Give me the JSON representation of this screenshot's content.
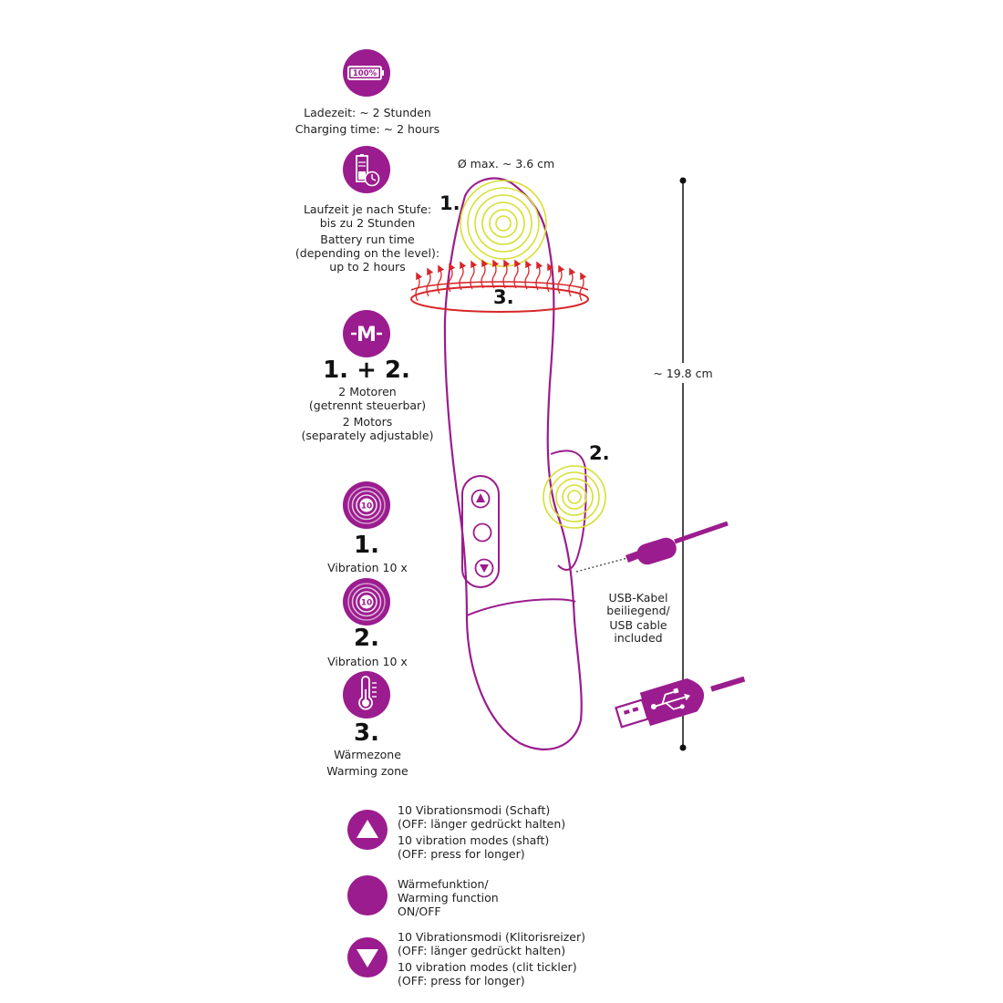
{
  "battery_icon_text": "100%",
  "charging": {
    "de": "Ladezeit: ~ 2 Stunden",
    "en": "Charging time: ~ 2 hours"
  },
  "runtime": {
    "de1": "Laufzeit je nach Stufe:",
    "de2": "bis zu 2 Stunden",
    "en1": "Battery run time",
    "en2": "(depending on the level):",
    "en3": "up to 2 hours"
  },
  "motors": {
    "icon_text": "M",
    "title": "1. + 2.",
    "de1": "2 Motoren",
    "de2": "(getrennt steuerbar)",
    "en1": "2 Motors",
    "en2": "(separately adjustable)"
  },
  "vibration1": {
    "icon_text": "10",
    "number": "1.",
    "label": "Vibration 10 x"
  },
  "vibration2": {
    "icon_text": "10",
    "number": "2.",
    "label": "Vibration 10 x"
  },
  "warming": {
    "number": "3.",
    "de": "Wärmezone",
    "en": "Warming zone"
  },
  "diagram": {
    "diameter": "Ø max. ~ 3.6  cm",
    "length": "~ 19.8 cm",
    "label1": "1.",
    "label2": "2.",
    "label3": "3.",
    "usb_de1": "USB-Kabel",
    "usb_de2": "beiliegend/",
    "usb_en1": "USB cable",
    "usb_en2": "included"
  },
  "legend": [
    {
      "icon": "triangle-up-icon",
      "l1": "10 Vibrationsmodi (Schaft)",
      "l2": "(OFF: länger gedrückt halten)",
      "l3": "10 vibration modes (shaft)",
      "l4": "(OFF: press for longer)"
    },
    {
      "icon": "circle-icon",
      "l1": "Wärmefunktion/",
      "l2": "Warming function",
      "l3": "ON/OFF"
    },
    {
      "icon": "triangle-down-icon",
      "l1": "10 Vibrationsmodi (Klitorisreizer)",
      "l2": "(OFF: länger gedrückt halten)",
      "l3": "10 vibration modes (clit tickler)",
      "l4": "(OFF: press for longer)"
    }
  ],
  "colors": {
    "purple": "#9b1c8e",
    "yellow": "#d6e030",
    "red": "#d8262a"
  }
}
